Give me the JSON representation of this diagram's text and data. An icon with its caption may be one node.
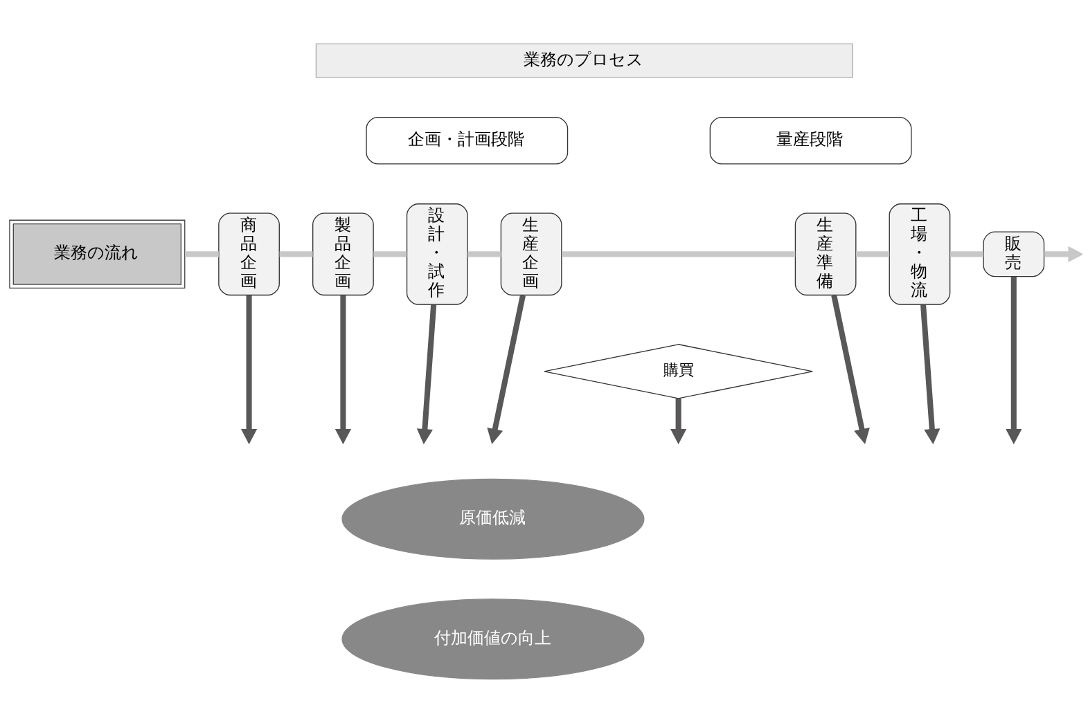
{
  "diagram": {
    "nodes": [
      {
        "text": [
          "業務のプロセス"
        ]
      },
      {
        "text": [
          "企画・計画段階"
        ]
      },
      {
        "text": [
          "量産段階"
        ]
      },
      {
        "text": [
          "業務の流れ"
        ]
      },
      {
        "text": [
          "商品企画"
        ]
      },
      {
        "text": [
          "製品企画"
        ]
      },
      {
        "text": [
          "設計・試作"
        ]
      },
      {
        "text": [
          "生産企画"
        ]
      },
      {
        "text": [
          "生産準備"
        ]
      },
      {
        "text": [
          "工場・物流"
        ]
      },
      {
        "text": [
          "販売"
        ]
      },
      {
        "text": [
          "購買"
        ]
      },
      {
        "text": [
          "原価低減"
        ]
      },
      {
        "text": [
          "付加価値の向上"
        ]
      }
    ],
    "edges": [
      {
        "from": 3,
        "to": 4,
        "arrow": "none",
        "color": "#c8c8c8"
      },
      {
        "from": 4,
        "to": 5,
        "arrow": "none",
        "color": "#c8c8c8"
      },
      {
        "from": 5,
        "to": 6,
        "arrow": "none",
        "color": "#c8c8c8"
      },
      {
        "from": 6,
        "to": 7,
        "arrow": "none",
        "color": "#c8c8c8"
      },
      {
        "from": 7,
        "to": 8,
        "arrow": "none",
        "color": "#c8c8c8"
      },
      {
        "from": 8,
        "to": 9,
        "arrow": "none",
        "color": "#c8c8c8"
      },
      {
        "from": 9,
        "to": 10,
        "arrow": "none",
        "color": "#c8c8c8"
      },
      {
        "from": 4,
        "to": null,
        "arrow": "to",
        "color": "#595757"
      },
      {
        "from": 5,
        "to": null,
        "arrow": "to",
        "color": "#595757"
      },
      {
        "from": 6,
        "to": null,
        "arrow": "to",
        "color": "#595757"
      },
      {
        "from": 11,
        "to": null,
        "arrow": "to",
        "color": "#595757"
      },
      {
        "from": 7,
        "to": null,
        "arrow": "to",
        "color": "#595757"
      },
      {
        "from": 8,
        "to": null,
        "arrow": "to",
        "color": "#595757"
      },
      {
        "from": 9,
        "to": null,
        "arrow": "to",
        "color": "#595757"
      },
      {
        "from": 10,
        "to": null,
        "arrow": "to",
        "color": "#595757"
      },
      {
        "from": 10,
        "to": null,
        "arrow": "to",
        "color": "#c8c8c8"
      }
    ]
  }
}
